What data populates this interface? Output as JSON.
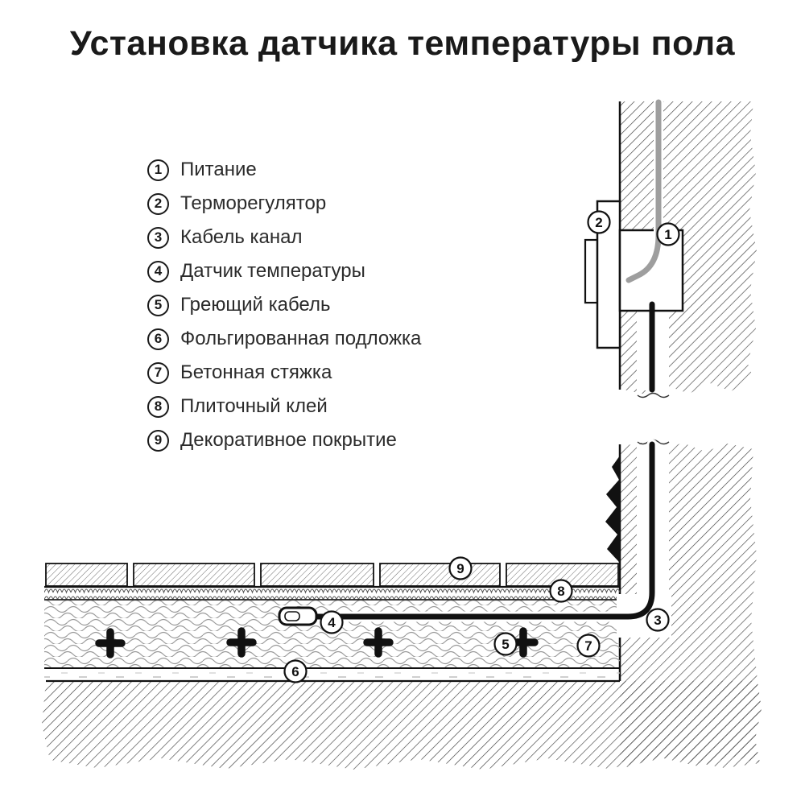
{
  "title": "Установка датчика температуры пола",
  "legend": {
    "items": [
      {
        "num": "1",
        "label": "Питание"
      },
      {
        "num": "2",
        "label": "Терморегулятор"
      },
      {
        "num": "3",
        "label": "Кабель канал"
      },
      {
        "num": "4",
        "label": "Датчик температуры"
      },
      {
        "num": "5",
        "label": "Греющий кабель"
      },
      {
        "num": "6",
        "label": "Фольгированная подложка"
      },
      {
        "num": "7",
        "label": "Бетонная стяжка"
      },
      {
        "num": "8",
        "label": "Плиточный клей"
      },
      {
        "num": "9",
        "label": "Декоративное покрытие"
      }
    ]
  },
  "callouts": {
    "power": "1",
    "thermostat": "2",
    "cable_channel": "3",
    "temp_sensor": "4",
    "heating_cable": "5",
    "foil_underlay": "6",
    "concrete_screed": "7",
    "tile_adhesive": "8",
    "decorative_cover": "9"
  },
  "colors": {
    "power_cable": "#9e9e9e",
    "signal_cable": "#111111",
    "hatch": "#3f3f3f"
  }
}
